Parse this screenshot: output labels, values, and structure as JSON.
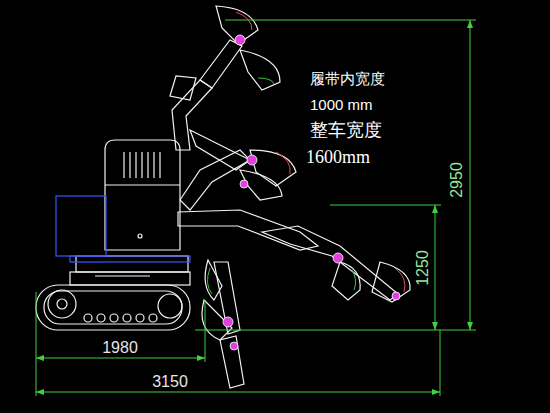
{
  "diagram": {
    "labels": [
      "履带内宽度",
      "1000 mm",
      "整车宽度",
      "1600mm",
      "2950",
      "1250",
      "1980",
      "3150"
    ]
  }
}
